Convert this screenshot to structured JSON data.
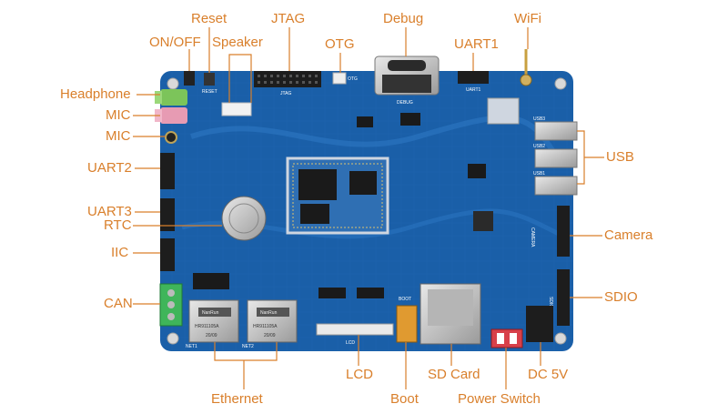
{
  "labels": {
    "reset": "Reset",
    "jtag": "JTAG",
    "debug": "Debug",
    "wifi": "WiFi",
    "on_off": "ON/OFF",
    "speaker": "Speaker",
    "otg": "OTG",
    "uart1": "UART1",
    "headphone": "Headphone",
    "mic1": "MIC",
    "mic2": "MIC",
    "uart2": "UART2",
    "uart3": "UART3",
    "rtc": "RTC",
    "iic": "IIC",
    "can": "CAN",
    "usb": "USB",
    "camera": "Camera",
    "sdio": "SDIO",
    "ethernet": "Ethernet",
    "lcd": "LCD",
    "boot": "Boot",
    "sd_card": "SD Card",
    "power_switch": "Power Switch",
    "dc5v": "DC 5V"
  },
  "silkscreen": {
    "jtag": "JTAG",
    "debug": "DEBUG",
    "otg": "OTG",
    "uart1": "UART1",
    "reset": "RESET",
    "usb3": "USB3",
    "usb2": "USB2",
    "usb1": "USB1",
    "camera": "CAMERA",
    "sdio": "SDIO",
    "net1": "NET1",
    "net2": "NET2",
    "lcd": "LCD",
    "boot": "BOOT",
    "magjack_brand": "NanRun",
    "magjack_model": "HR911105A",
    "magjack_code": "20/09"
  },
  "colors": {
    "label": "#d97f2b",
    "pcb": "#1a5fa8",
    "pcb_dark": "#134e8f"
  }
}
